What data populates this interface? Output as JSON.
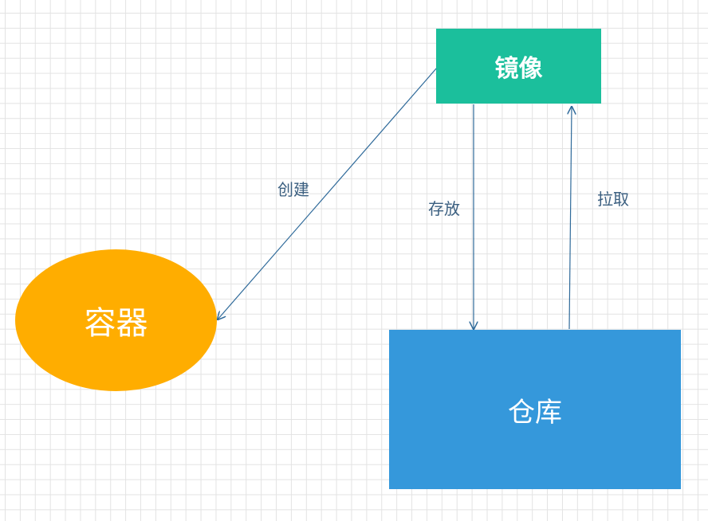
{
  "diagram": {
    "nodes": {
      "image": {
        "label": "镜像",
        "color": "#1bbf9c"
      },
      "container": {
        "label": "容器",
        "color": "#ffad00"
      },
      "repository": {
        "label": "仓库",
        "color": "#3598db"
      }
    },
    "edges": {
      "create": {
        "label": "创建",
        "from": "镜像",
        "to": "容器"
      },
      "store": {
        "label": "存放",
        "from": "镜像",
        "to": "仓库"
      },
      "pull": {
        "label": "拉取",
        "from": "仓库",
        "to": "镜像"
      }
    },
    "edge_color": "#2f6a9a",
    "label_color": "#3b5f80"
  }
}
